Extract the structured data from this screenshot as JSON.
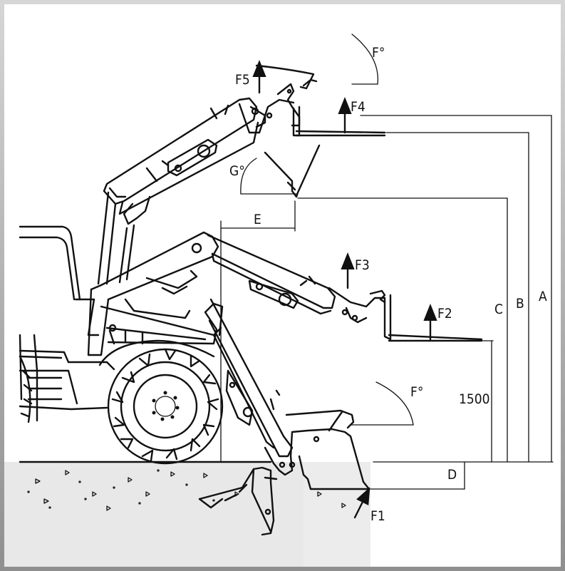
{
  "figure": {
    "subject": "front loader diagram",
    "labels": {
      "F1": "F1",
      "F2": "F2",
      "F3": "F3",
      "F4": "F4",
      "F5": "F5",
      "F_angle_top": "F°",
      "F_angle_bottom": "F°",
      "G_angle": "G°",
      "A": "A",
      "B": "B",
      "C": "C",
      "D": "D",
      "E": "E",
      "dim_1500": "1500"
    },
    "colors": {
      "frame_bevel": "#b5b5b5",
      "background": "#ffffff",
      "ink": "#111111"
    }
  }
}
